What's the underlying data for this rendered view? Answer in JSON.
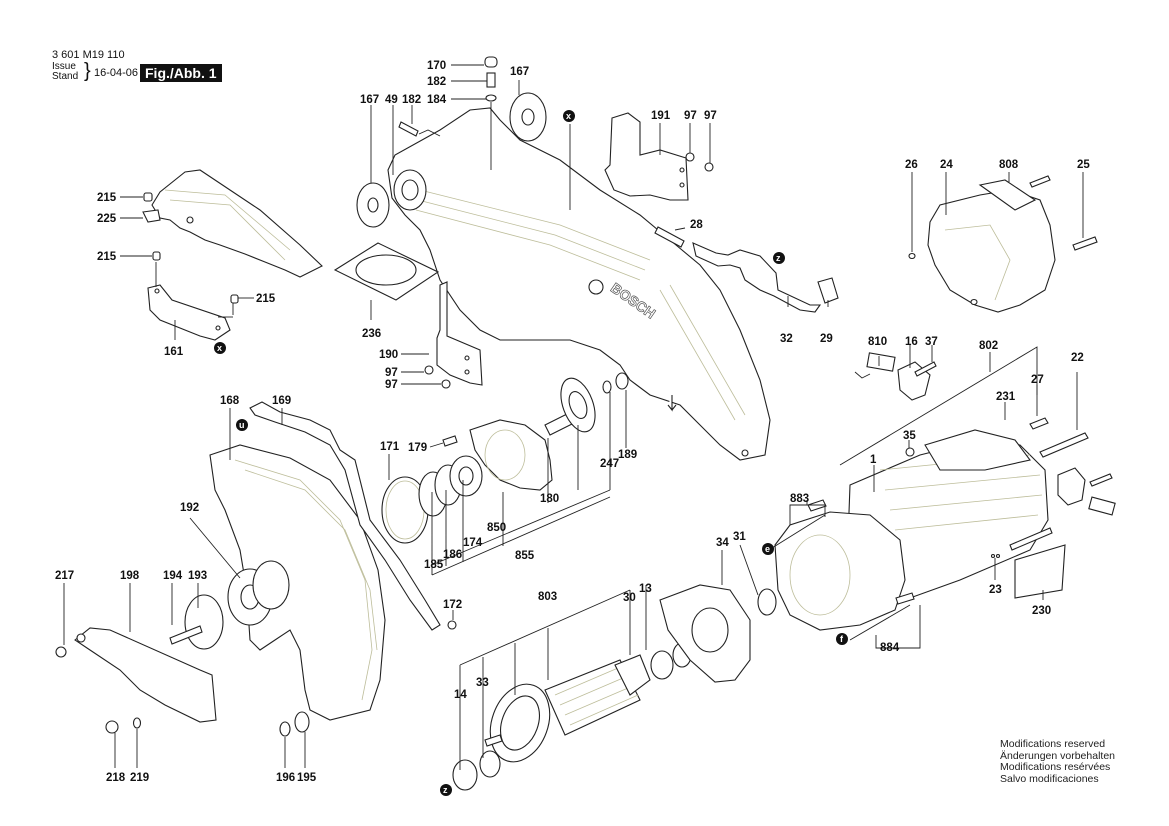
{
  "header": {
    "doc_number": "3 601 M19 110",
    "issue_label_1": "Issue",
    "issue_label_2": "Stand",
    "issue_date": "16-04-06",
    "figure_label": "Fig./Abb. 1"
  },
  "footer": {
    "modifications": [
      "Modifications reserved",
      "Änderungen vorbehalten",
      "Modifications resérvées",
      "Salvo modificaciones"
    ]
  },
  "brand_mark": "BOSCH",
  "connection_markers": [
    "x",
    "x",
    "z",
    "z",
    "u",
    "e",
    "f"
  ],
  "part_labels": {
    "p170": "170",
    "p182a": "182",
    "p184": "184",
    "p167a": "167",
    "p167b": "167",
    "p49": "49",
    "p182b": "182",
    "p191": "191",
    "p97a": "97",
    "p97b": "97",
    "p28": "28",
    "p32": "32",
    "p29": "29",
    "p26": "26",
    "p24": "24",
    "p808": "808",
    "p25": "25",
    "p215a": "215",
    "p225": "225",
    "p215b": "215",
    "p215c": "215",
    "p161": "161",
    "p236": "236",
    "p190": "190",
    "p97c": "97",
    "p97d": "97",
    "p168": "168",
    "p169": "169",
    "p171": "171",
    "p179": "179",
    "p180": "180",
    "p247": "247",
    "p189": "189",
    "p850": "850",
    "p174": "174",
    "p186": "186",
    "p185": "185",
    "p855": "855",
    "p192": "192",
    "p194": "194",
    "p193": "193",
    "p217": "217",
    "p198": "198",
    "p218": "218",
    "p219": "219",
    "p196": "196",
    "p195": "195",
    "p172": "172",
    "p803": "803",
    "p30": "30",
    "p13": "13",
    "p14": "14",
    "p33": "33",
    "p34": "34",
    "p31": "31",
    "p810": "810",
    "p16": "16",
    "p37": "37",
    "p802": "802",
    "p27": "27",
    "p22": "22",
    "p231": "231",
    "p35": "35",
    "p1": "1",
    "p883": "883",
    "p884": "884",
    "p23": "23",
    "p230": "230"
  }
}
